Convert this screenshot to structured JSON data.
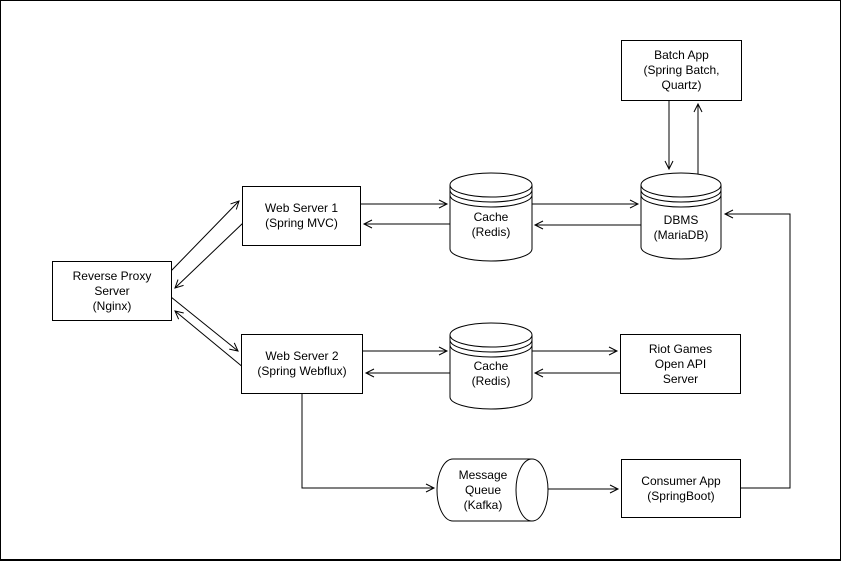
{
  "diagram": {
    "background": "#ffffff",
    "stroke_color": "#000000",
    "nodes": {
      "reverse_proxy": {
        "label": "Reverse Proxy\nServer\n(Nginx)",
        "shape": "rectangle"
      },
      "web_server_1": {
        "label": "Web Server 1\n(Spring MVC)",
        "shape": "rectangle"
      },
      "web_server_2": {
        "label": "Web Server 2\n(Spring Webflux)",
        "shape": "rectangle"
      },
      "cache_1": {
        "label": "Cache\n(Redis)",
        "shape": "database-cylinder"
      },
      "cache_2": {
        "label": "Cache\n(Redis)",
        "shape": "database-cylinder"
      },
      "dbms": {
        "label": "DBMS\n(MariaDB)",
        "shape": "database-cylinder"
      },
      "batch_app": {
        "label": "Batch App\n(Spring Batch,\nQuartz)",
        "shape": "rectangle"
      },
      "riot_api": {
        "label": "Riot Games\nOpen API\nServer",
        "shape": "rectangle"
      },
      "message_queue": {
        "label": "Message\nQueue\n(Kafka)",
        "shape": "horizontal-cylinder"
      },
      "consumer_app": {
        "label": "Consumer App\n(SpringBoot)",
        "shape": "rectangle"
      }
    },
    "edges": [
      {
        "from": "reverse_proxy",
        "to": "web_server_1",
        "arrows": "both"
      },
      {
        "from": "reverse_proxy",
        "to": "web_server_2",
        "arrows": "both"
      },
      {
        "from": "web_server_1",
        "to": "cache_1",
        "arrows": "both"
      },
      {
        "from": "cache_1",
        "to": "dbms",
        "arrows": "both"
      },
      {
        "from": "batch_app",
        "to": "dbms",
        "arrows": "both"
      },
      {
        "from": "web_server_2",
        "to": "cache_2",
        "arrows": "both"
      },
      {
        "from": "cache_2",
        "to": "riot_api",
        "arrows": "both"
      },
      {
        "from": "web_server_2",
        "to": "message_queue",
        "arrows": "to"
      },
      {
        "from": "message_queue",
        "to": "consumer_app",
        "arrows": "to"
      },
      {
        "from": "consumer_app",
        "to": "dbms",
        "arrows": "to"
      }
    ]
  }
}
